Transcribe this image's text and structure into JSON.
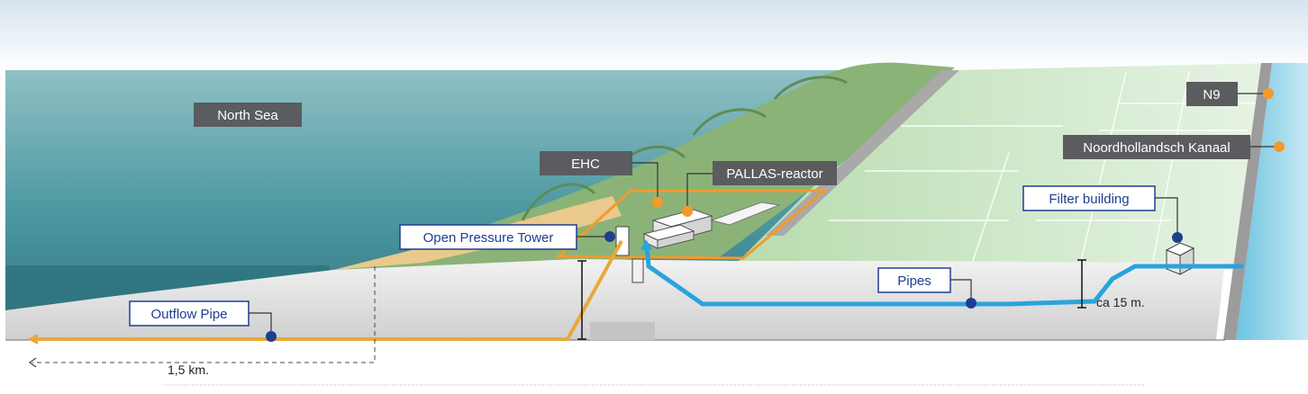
{
  "labels": {
    "north_sea": "North Sea",
    "ehc": "EHC",
    "pallas_reactor": "PALLAS-reactor",
    "n9": "N9",
    "noordhollandsch_kanaal": "Noordhollandsch Kanaal",
    "filter_building": "Filter building",
    "open_pressure_tower": "Open Pressure Tower",
    "pipes": "Pipes",
    "outflow_pipe": "Outflow Pipe",
    "depth": "ca 15 m.",
    "distance": "1,5 km."
  },
  "colors": {
    "dark_label": "#5a5c5f",
    "blue_label_border": "#1e3f8f",
    "orange_marker": "#f39a2b",
    "blue_marker": "#1e3f8f",
    "outflow_pipe": "#e8a93a",
    "inflow_pipe": "#2aa3dd",
    "sea": "#3e8892",
    "dunes": "#7ea86b",
    "land": "#cfe8c8",
    "cross_section": "#d9d9d9"
  }
}
